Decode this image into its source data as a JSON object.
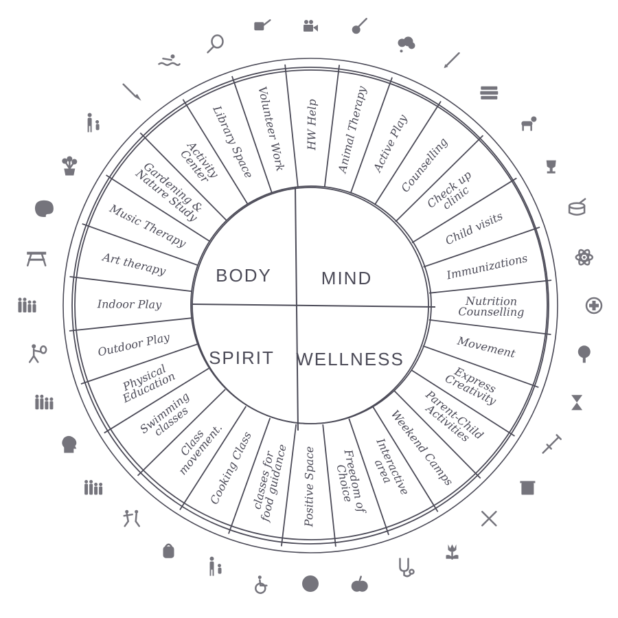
{
  "quadrants": [
    "BODY",
    "MIND",
    "SPIRIT",
    "WELLNESS"
  ],
  "segments": [
    "Indoor Play",
    "Art therapy",
    "Music Therapy",
    "Gardening & Nature Study",
    "Activity Center",
    "Library Space",
    "Volunteer Work",
    "HW Help",
    "Animal Therapy",
    "Active Play",
    "Counselling",
    "Check up clinic",
    "Child visits",
    "Immunizations",
    "Nutrition Counselling",
    "Movement",
    "Express Creativity",
    "Parent-Child Activities",
    "Weekend Camps",
    "Interactive area",
    "Freedom of Choice",
    "Positive Space",
    "classes for food guidance",
    "Cooking Class",
    "Class movement.",
    "Swimming classes",
    "Physical Education",
    "Outdoor Play"
  ],
  "icons": [
    "tennis-racket-icon",
    "watering-can-icon",
    "video-camera-icon",
    "guitar-icon",
    "thought-cloud-icon",
    "pencil-icon",
    "books-icon",
    "dog-icon",
    "trophy-icon",
    "drum-icon",
    "atom-icon",
    "medical-cross-icon",
    "tree-icon",
    "hourglass-icon",
    "syringe-icon",
    "recycle-bin-icon",
    "utensils-icon",
    "tulip-icon",
    "stethoscope-icon",
    "apple-icon",
    "basketball-icon",
    "wheelchair-icon",
    "parent-child-walking-icon",
    "backpack-icon",
    "dancing-kids-icon",
    "family-icon",
    "head-gears-icon",
    "family-group-icon",
    "tennis-player-icon",
    "crowd-icon",
    "picnic-table-icon",
    "paint-palette-icon",
    "potted-flowers-icon",
    "parent-child-icon",
    "paintbrush-icon",
    "swimmer-icon"
  ],
  "colors": {
    "ink": "#4b4a57",
    "icon": "#75747c",
    "highlight": "#8d8ca6"
  }
}
